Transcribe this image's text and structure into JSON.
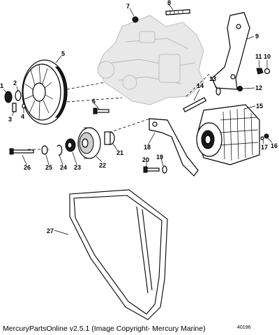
{
  "diagram": {
    "caption": "MercuryPartsOnline v2.5.1 (Image Copyright- Mercury Marine)",
    "part_number": "40196",
    "callouts": [
      "1",
      "2",
      "3",
      "4",
      "5",
      "6",
      "7",
      "8",
      "9",
      "10",
      "11",
      "12",
      "13",
      "14",
      "15",
      "16",
      "17",
      "18",
      "19",
      "20",
      "21",
      "22",
      "23",
      "24",
      "25",
      "26",
      "27"
    ]
  }
}
